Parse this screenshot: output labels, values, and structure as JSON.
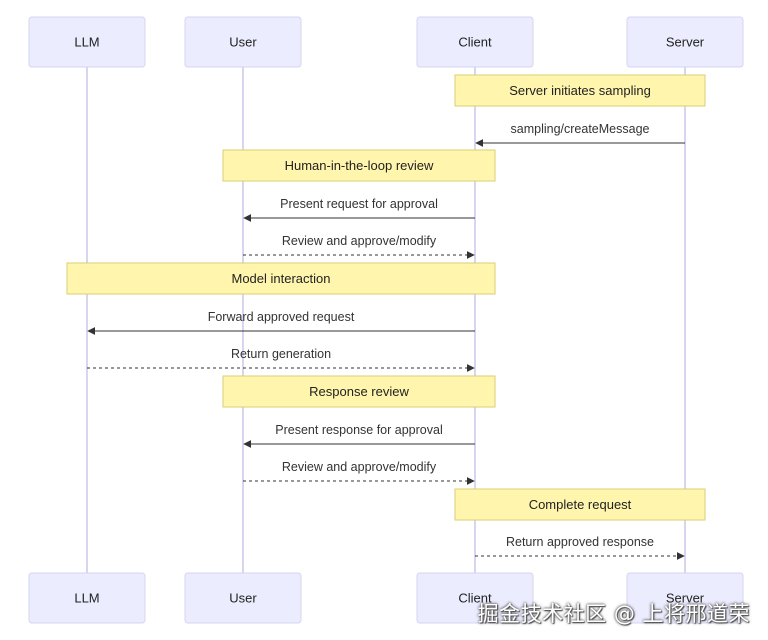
{
  "participants": [
    {
      "id": "llm",
      "label": "LLM"
    },
    {
      "id": "user",
      "label": "User"
    },
    {
      "id": "client",
      "label": "Client"
    },
    {
      "id": "server",
      "label": "Server"
    }
  ],
  "steps": [
    {
      "kind": "note",
      "from": "client",
      "to": "server",
      "text": "Server initiates sampling"
    },
    {
      "kind": "message",
      "from": "server",
      "to": "client",
      "style": "solid",
      "text": "sampling/createMessage"
    },
    {
      "kind": "note",
      "from": "user",
      "to": "client",
      "text": "Human-in-the-loop review"
    },
    {
      "kind": "message",
      "from": "client",
      "to": "user",
      "style": "solid",
      "text": "Present request for approval"
    },
    {
      "kind": "message",
      "from": "user",
      "to": "client",
      "style": "dashed",
      "text": "Review and approve/modify"
    },
    {
      "kind": "note",
      "from": "llm",
      "to": "client",
      "text": "Model interaction"
    },
    {
      "kind": "message",
      "from": "client",
      "to": "llm",
      "style": "solid",
      "text": "Forward approved request"
    },
    {
      "kind": "message",
      "from": "llm",
      "to": "client",
      "style": "dashed",
      "text": "Return generation"
    },
    {
      "kind": "note",
      "from": "user",
      "to": "client",
      "text": "Response review"
    },
    {
      "kind": "message",
      "from": "client",
      "to": "user",
      "style": "solid",
      "text": "Present response for approval"
    },
    {
      "kind": "message",
      "from": "user",
      "to": "client",
      "style": "dashed",
      "text": "Review and approve/modify"
    },
    {
      "kind": "note",
      "from": "client",
      "to": "server",
      "text": "Complete request"
    },
    {
      "kind": "message",
      "from": "client",
      "to": "server",
      "style": "dashed",
      "text": "Return approved response"
    }
  ],
  "watermark": "掘金技术社区 @ 上将邢道荣",
  "colors": {
    "actor_fill": "#ECECFF",
    "note_fill": "#FFF5AD",
    "lifeline": "#c8c8ec",
    "arrow": "#333333"
  }
}
